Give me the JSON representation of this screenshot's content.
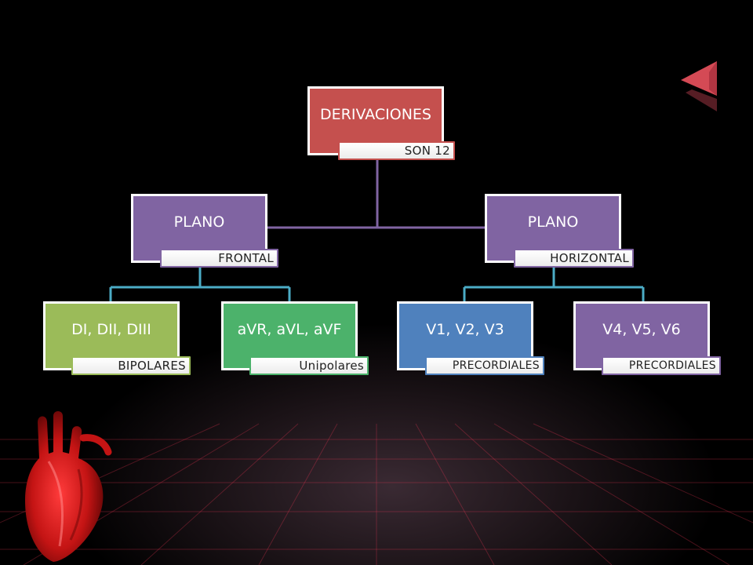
{
  "colors": {
    "root": "#c5504e",
    "level1": "#8064a2",
    "green": "#9bbb59",
    "mint": "#4cb26b",
    "blue": "#4f81bd",
    "purple": "#8064a2",
    "root_connector": "#8064a2",
    "child_connector": "#4bacc6"
  },
  "root": {
    "title": "DERIVACIONES",
    "tag": "SON 12"
  },
  "frontal": {
    "title": "PLANO",
    "tag": "FRONTAL",
    "children": [
      {
        "title": "DI, DII, DIII",
        "tag": "BIPOLARES"
      },
      {
        "title": "aVR, aVL, aVF",
        "tag": "Unipolares"
      }
    ]
  },
  "horizontal": {
    "title": "PLANO",
    "tag": "HORIZONTAL",
    "children": [
      {
        "title": "V1, V2, V3",
        "tag": "PRECORDIALES"
      },
      {
        "title": "V4, V5, V6",
        "tag": "PRECORDIALES"
      }
    ]
  },
  "icons": {
    "back": "triangle-left-icon",
    "heart": "anatomical-heart-icon"
  }
}
